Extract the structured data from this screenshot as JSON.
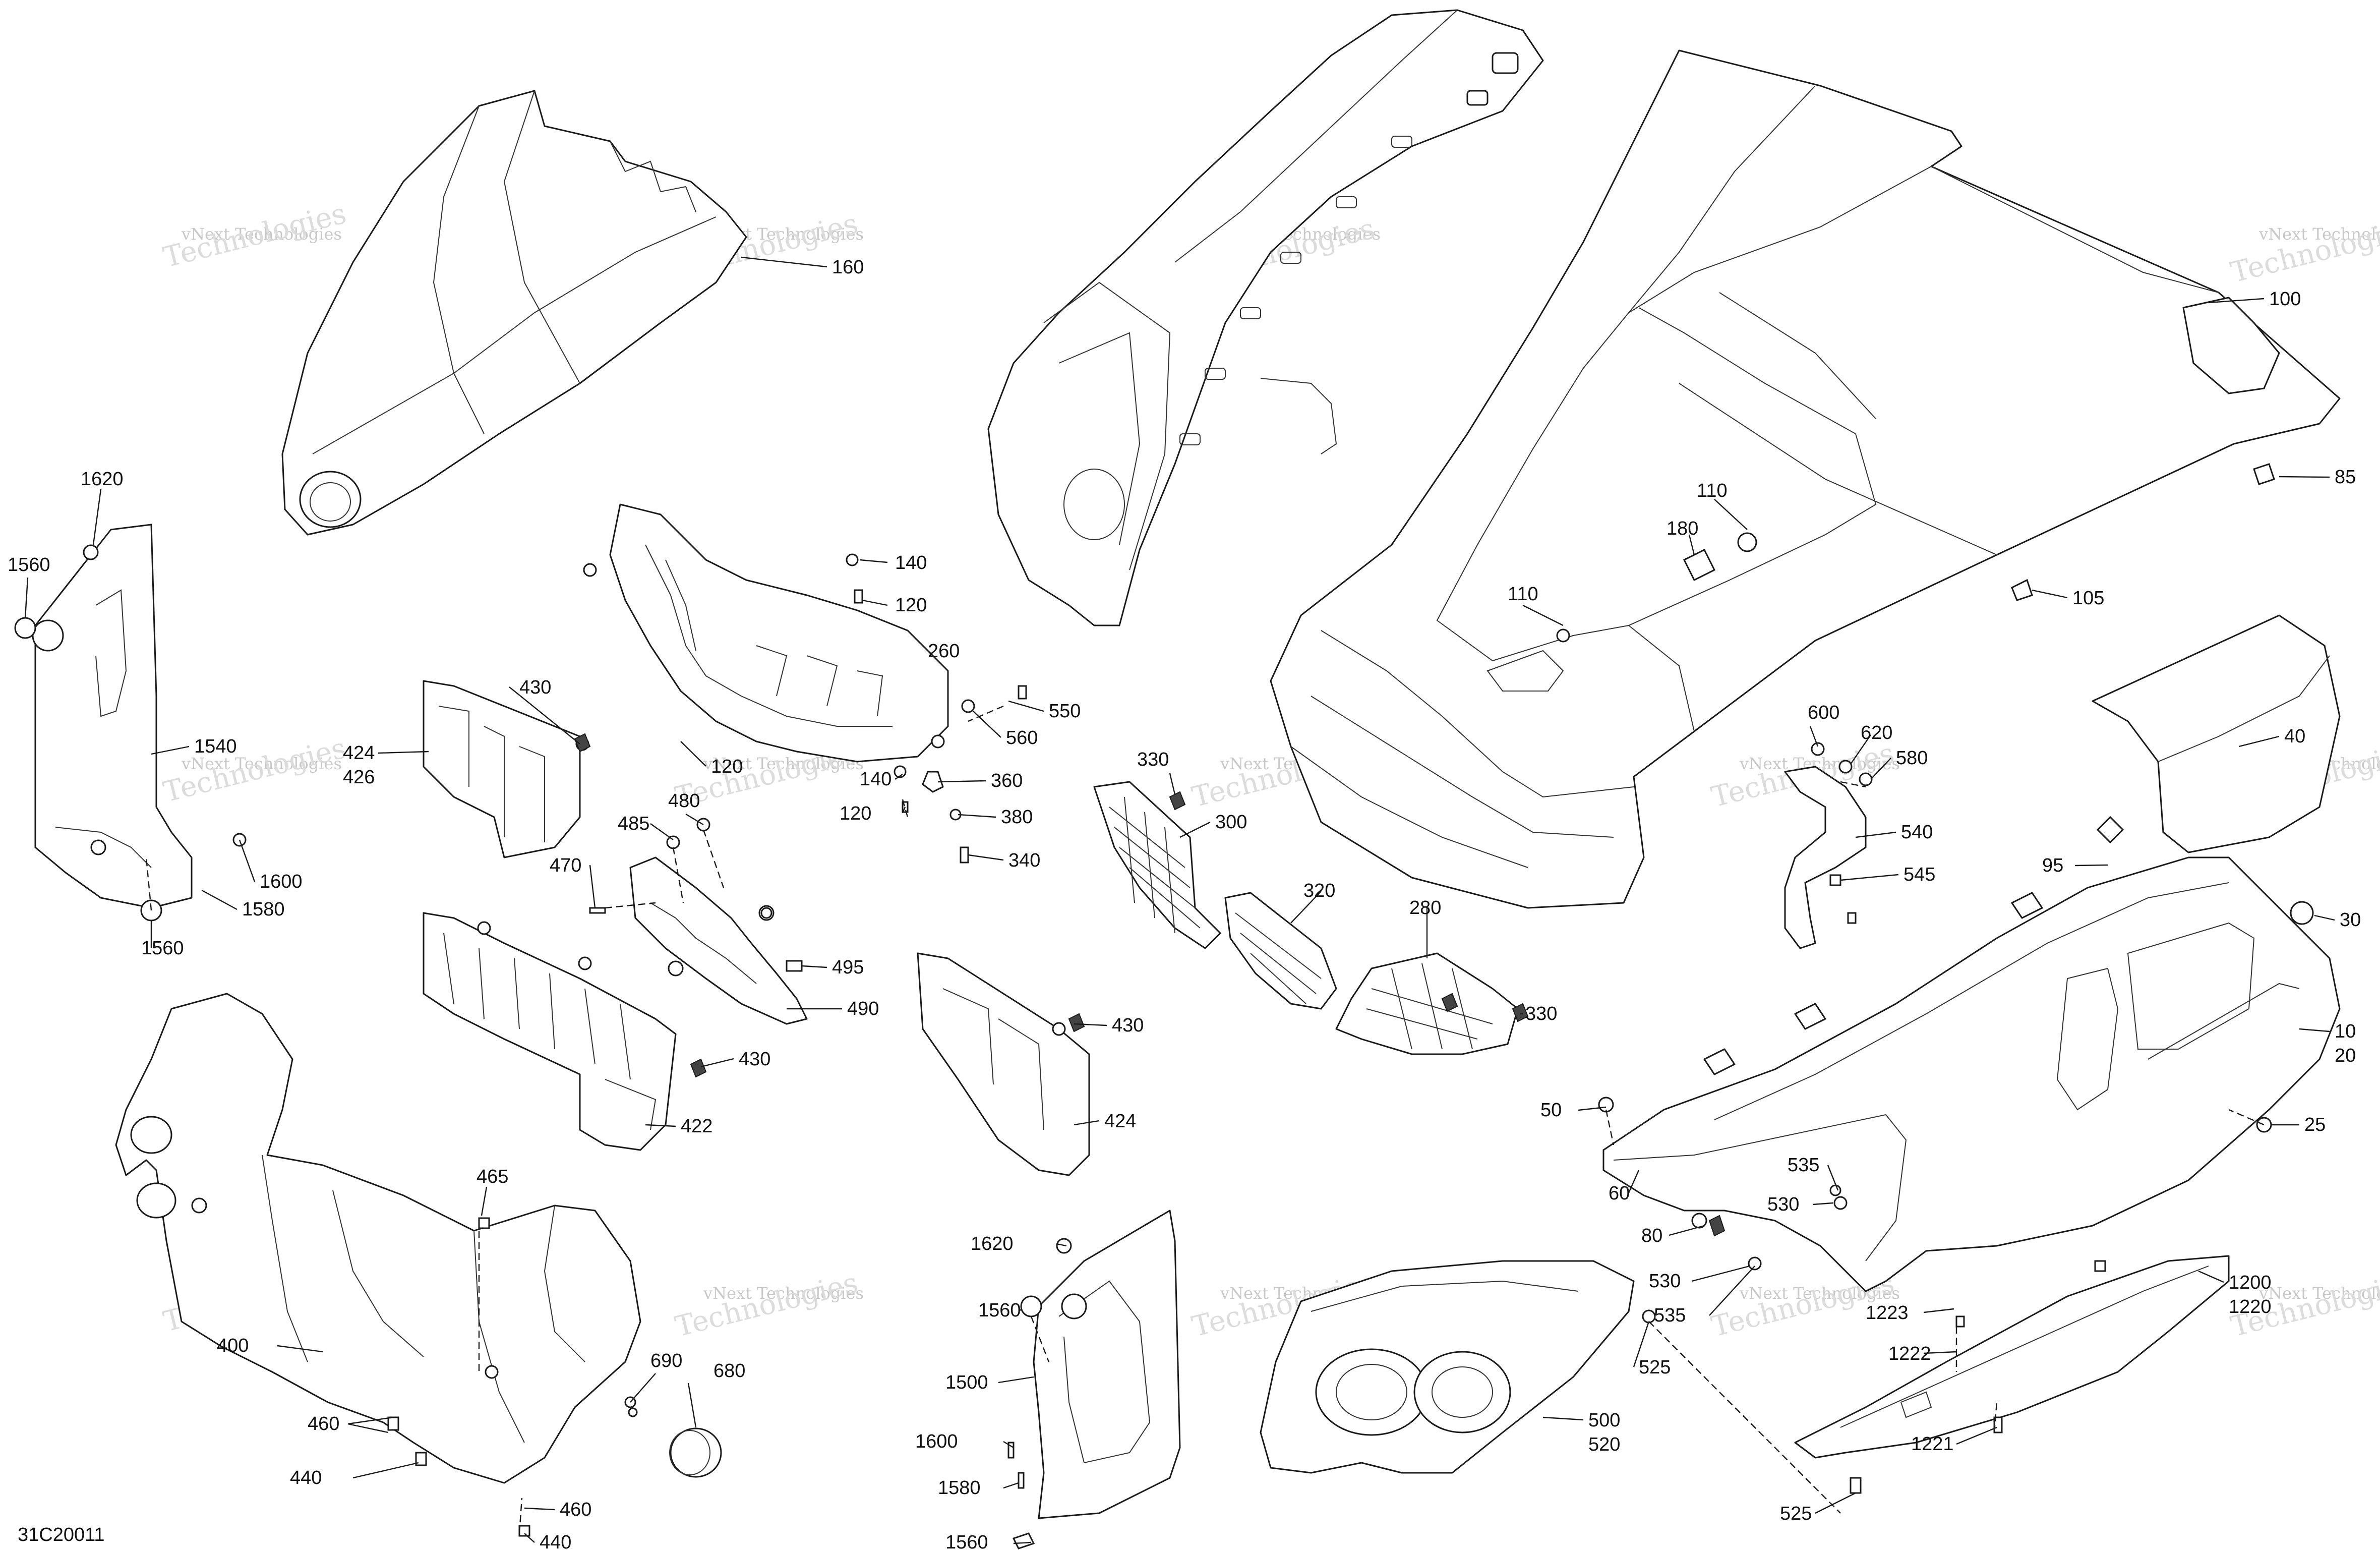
{
  "drawing_code": "31C20011",
  "watermark": {
    "line1": "vNext Technologies",
    "line2": "Technologies"
  },
  "callouts": [
    {
      "id": "c100",
      "label": "100"
    },
    {
      "id": "c160",
      "label": "160"
    },
    {
      "id": "c85",
      "label": "85"
    },
    {
      "id": "c110a",
      "label": "110"
    },
    {
      "id": "c180",
      "label": "180"
    },
    {
      "id": "c110b",
      "label": "110"
    },
    {
      "id": "c105",
      "label": "105"
    },
    {
      "id": "c1620a",
      "label": "1620"
    },
    {
      "id": "c1560a",
      "label": "1560"
    },
    {
      "id": "c140a",
      "label": "140"
    },
    {
      "id": "c120a",
      "label": "120"
    },
    {
      "id": "c260",
      "label": "260"
    },
    {
      "id": "c430a",
      "label": "430"
    },
    {
      "id": "c550",
      "label": "550"
    },
    {
      "id": "c560",
      "label": "560"
    },
    {
      "id": "c1540",
      "label": "1540"
    },
    {
      "id": "c424a",
      "label": "424"
    },
    {
      "id": "c426",
      "label": "426"
    },
    {
      "id": "c120b",
      "label": "120"
    },
    {
      "id": "c140b",
      "label": "140"
    },
    {
      "id": "c360",
      "label": "360"
    },
    {
      "id": "c120c",
      "label": "120"
    },
    {
      "id": "c380",
      "label": "380"
    },
    {
      "id": "c480",
      "label": "480"
    },
    {
      "id": "c485",
      "label": "485"
    },
    {
      "id": "c470",
      "label": "470"
    },
    {
      "id": "c340",
      "label": "340"
    },
    {
      "id": "c330a",
      "label": "330"
    },
    {
      "id": "c300",
      "label": "300"
    },
    {
      "id": "c600",
      "label": "600"
    },
    {
      "id": "c620",
      "label": "620"
    },
    {
      "id": "c580",
      "label": "580"
    },
    {
      "id": "c540",
      "label": "540"
    },
    {
      "id": "c545",
      "label": "545"
    },
    {
      "id": "c40",
      "label": "40"
    },
    {
      "id": "c1600a",
      "label": "1600"
    },
    {
      "id": "c1580a",
      "label": "1580"
    },
    {
      "id": "c1560b",
      "label": "1560"
    },
    {
      "id": "c495",
      "label": "495"
    },
    {
      "id": "c490",
      "label": "490"
    },
    {
      "id": "c320",
      "label": "320"
    },
    {
      "id": "c280",
      "label": "280"
    },
    {
      "id": "c95",
      "label": "95"
    },
    {
      "id": "c30",
      "label": "30"
    },
    {
      "id": "c430b",
      "label": "430"
    },
    {
      "id": "c430c",
      "label": "430"
    },
    {
      "id": "c330b",
      "label": "330"
    },
    {
      "id": "c10",
      "label": "10"
    },
    {
      "id": "c20",
      "label": "20"
    },
    {
      "id": "c422",
      "label": "422"
    },
    {
      "id": "c424b",
      "label": "424"
    },
    {
      "id": "c50",
      "label": "50"
    },
    {
      "id": "c25",
      "label": "25"
    },
    {
      "id": "c465",
      "label": "465"
    },
    {
      "id": "c60",
      "label": "60"
    },
    {
      "id": "c535a",
      "label": "535"
    },
    {
      "id": "c530a",
      "label": "530"
    },
    {
      "id": "c80",
      "label": "80"
    },
    {
      "id": "c1620b",
      "label": "1620"
    },
    {
      "id": "c530b",
      "label": "530"
    },
    {
      "id": "c535b",
      "label": "535"
    },
    {
      "id": "c1200",
      "label": "1200"
    },
    {
      "id": "c1220",
      "label": "1220"
    },
    {
      "id": "c1223",
      "label": "1223"
    },
    {
      "id": "c1560c",
      "label": "1560"
    },
    {
      "id": "c400",
      "label": "400"
    },
    {
      "id": "c525a",
      "label": "525"
    },
    {
      "id": "c1222",
      "label": "1222"
    },
    {
      "id": "c690",
      "label": "690"
    },
    {
      "id": "c1500",
      "label": "1500"
    },
    {
      "id": "c680",
      "label": "680"
    },
    {
      "id": "c460a",
      "label": "460"
    },
    {
      "id": "c500",
      "label": "500"
    },
    {
      "id": "c520",
      "label": "520"
    },
    {
      "id": "c1600b",
      "label": "1600"
    },
    {
      "id": "c1221",
      "label": "1221"
    },
    {
      "id": "c440a",
      "label": "440"
    },
    {
      "id": "c1580b",
      "label": "1580"
    },
    {
      "id": "c460b",
      "label": "460"
    },
    {
      "id": "c525b",
      "label": "525"
    },
    {
      "id": "c440b",
      "label": "440"
    },
    {
      "id": "c1560d",
      "label": "1560"
    }
  ]
}
